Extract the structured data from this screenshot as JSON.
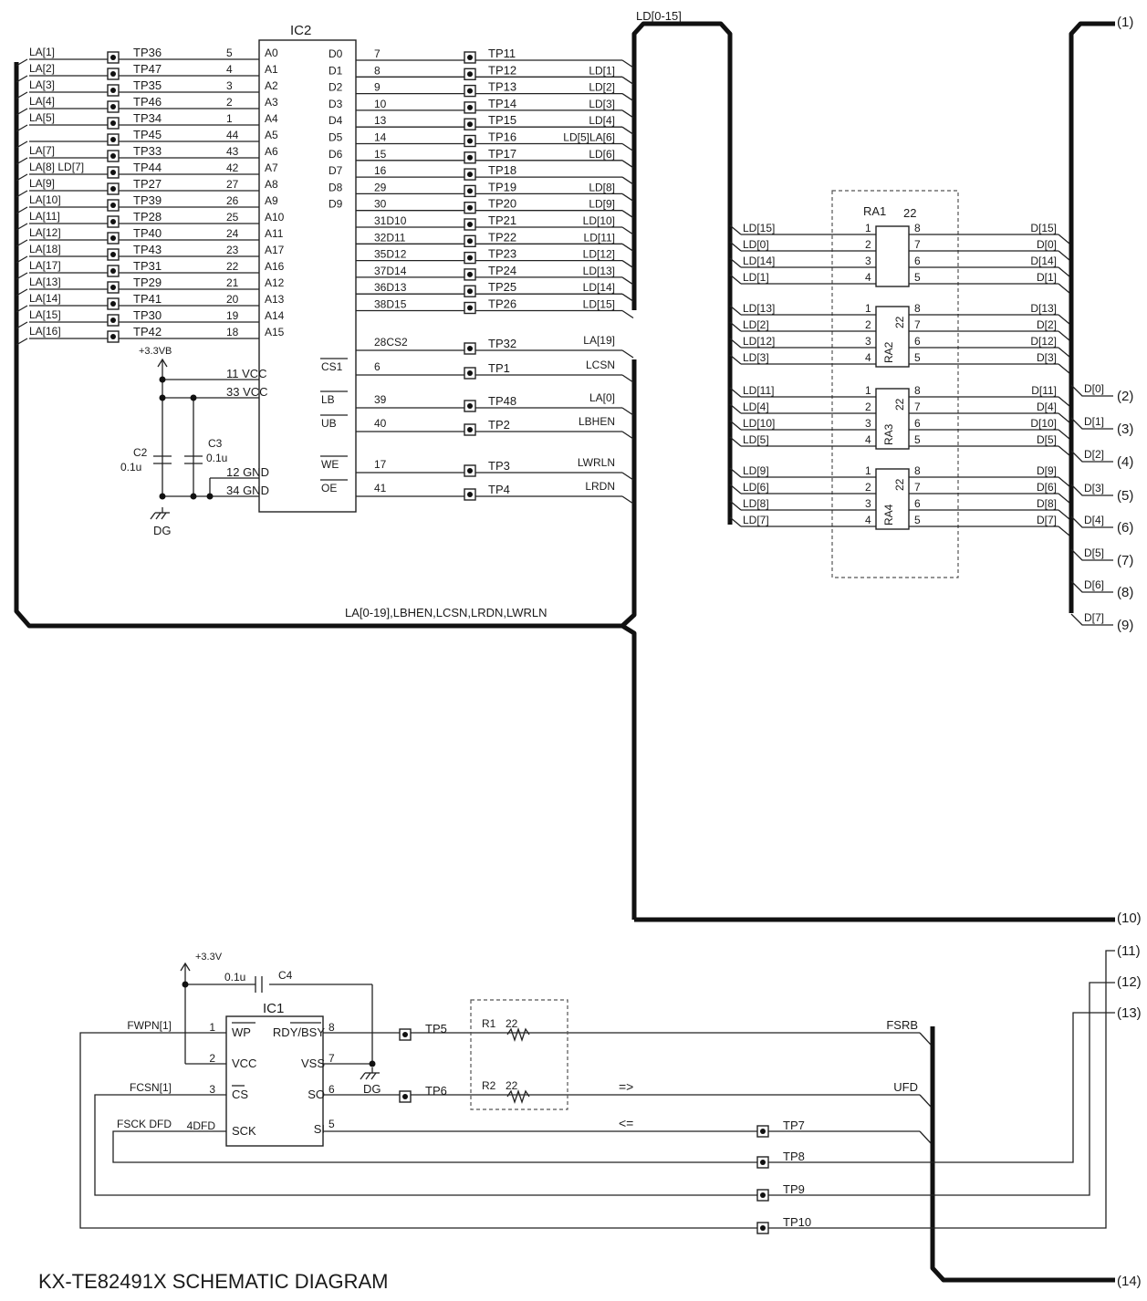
{
  "title": "KX-TE82491X SCHEMATIC DIAGRAM",
  "ic2": {
    "name": "IC2",
    "left_rows": [
      {
        "net": "LA[1]",
        "tp": "TP36",
        "pin": "5",
        "sig": "A0"
      },
      {
        "net": "LA[2]",
        "tp": "TP47",
        "pin": "4",
        "sig": "A1"
      },
      {
        "net": "LA[3]",
        "tp": "TP35",
        "pin": "3",
        "sig": "A2"
      },
      {
        "net": "LA[4]",
        "tp": "TP46",
        "pin": "2",
        "sig": "A3"
      },
      {
        "net": "LA[5]",
        "tp": "TP34",
        "pin": "1",
        "sig": "A4"
      },
      {
        "net": "",
        "tp": "TP45",
        "pin": "44",
        "sig": "A5"
      },
      {
        "net": "LA[7]",
        "tp": "TP33",
        "pin": "43",
        "sig": "A6"
      },
      {
        "net": "LA[8] LD[7]",
        "tp": "TP44",
        "pin": "42",
        "sig": "A7"
      },
      {
        "net": "LA[9]",
        "tp": "TP27",
        "pin": "27",
        "sig": "A8"
      },
      {
        "net": "LA[10]",
        "tp": "TP39",
        "pin": "26",
        "sig": "A9"
      },
      {
        "net": "LA[11]",
        "tp": "TP28",
        "pin": "25",
        "sig": "A10"
      },
      {
        "net": "LA[12]",
        "tp": "TP40",
        "pin": "24",
        "sig": "A11"
      },
      {
        "net": "LA[18]",
        "tp": "TP43",
        "pin": "23",
        "sig": "A17"
      },
      {
        "net": "LA[17]",
        "tp": "TP31",
        "pin": "22",
        "sig": "A16"
      },
      {
        "net": "LA[13]",
        "tp": "TP29",
        "pin": "21",
        "sig": "A12"
      },
      {
        "net": "LA[14]",
        "tp": "TP41",
        "pin": "20",
        "sig": "A13"
      },
      {
        "net": "LA[15]",
        "tp": "TP30",
        "pin": "19",
        "sig": "A14"
      },
      {
        "net": "LA[16]",
        "tp": "TP42",
        "pin": "18",
        "sig": "A15"
      }
    ],
    "right_rows": [
      {
        "sig": "D0",
        "pin": "7",
        "tp": "TP11",
        "net": ""
      },
      {
        "sig": "D1",
        "pin": "8",
        "tp": "TP12",
        "net": "LD[1]"
      },
      {
        "sig": "D2",
        "pin": "9",
        "tp": "TP13",
        "net": "LD[2]"
      },
      {
        "sig": "D3",
        "pin": "10",
        "tp": "TP14",
        "net": "LD[3]"
      },
      {
        "sig": "D4",
        "pin": "13",
        "tp": "TP15",
        "net": "LD[4]"
      },
      {
        "sig": "D5",
        "pin": "14",
        "tp": "TP16",
        "net": "LD[5]LA[6]"
      },
      {
        "sig": "D6",
        "pin": "15",
        "tp": "TP17",
        "net": "LD[6]"
      },
      {
        "sig": "D7",
        "pin": "16",
        "tp": "TP18",
        "net": ""
      },
      {
        "sig": "D8",
        "pin": "29",
        "tp": "TP19",
        "net": "LD[8]"
      },
      {
        "sig": "D9",
        "pin": "30",
        "tp": "TP20",
        "net": "LD[9]"
      },
      {
        "sig": "",
        "pin": "31D10",
        "tp": "TP21",
        "net": "LD[10]"
      },
      {
        "sig": "",
        "pin": "32D11",
        "tp": "TP22",
        "net": "LD[11]"
      },
      {
        "sig": "",
        "pin": "35D12",
        "tp": "TP23",
        "net": "LD[12]"
      },
      {
        "sig": "",
        "pin": "37D14",
        "tp": "TP24",
        "net": "LD[13]"
      },
      {
        "sig": "",
        "pin": "36D13",
        "tp": "TP25",
        "net": "LD[14]"
      },
      {
        "sig": "",
        "pin": "38D15",
        "tp": "TP26",
        "net": "LD[15]"
      }
    ],
    "ctrl_rows": [
      {
        "sig": "",
        "pin": "28CS2",
        "tp": "TP32",
        "net": "LA[19]"
      },
      {
        "sig": "CS1",
        "pin": "6",
        "tp": "TP1",
        "net": "LCSN"
      },
      {
        "sig": "LB",
        "pin": "39",
        "tp": "TP48",
        "net": "LA[0]"
      },
      {
        "sig": "UB",
        "pin": "40",
        "tp": "TP2",
        "net": "LBHEN"
      },
      {
        "sig": "WE",
        "pin": "17",
        "tp": "TP3",
        "net": "LWRLN"
      },
      {
        "sig": "OE",
        "pin": "41",
        "tp": "TP4",
        "net": "LRDN"
      }
    ],
    "power_pins": [
      "11 VCC",
      "33 VCC",
      "12 GND",
      "34 GND"
    ],
    "supply": "+3.3VB",
    "ground": "DG",
    "c2": {
      "ref": "C2",
      "val": "0.1u"
    },
    "c3": {
      "ref": "C3",
      "val": "0.1u"
    }
  },
  "buses": {
    "ld_bus": "LD[0-15]",
    "la_bus": "LA[0-19],LBHEN,LCSN,LRDN,LWRLN"
  },
  "resistor_arrays": [
    {
      "ref": "RA1",
      "val": "22",
      "rows": [
        {
          "in": "LD[15]",
          "p1": "1",
          "p2": "8",
          "out": "D[15]"
        },
        {
          "in": "LD[0]",
          "p1": "2",
          "p2": "7",
          "out": "D[0]"
        },
        {
          "in": "LD[14]",
          "p1": "3",
          "p2": "6",
          "out": "D[14]"
        },
        {
          "in": "LD[1]",
          "p1": "4",
          "p2": "5",
          "out": "D[1]"
        }
      ]
    },
    {
      "ref": "RA2",
      "val": "22",
      "rows": [
        {
          "in": "LD[13]",
          "p1": "1",
          "p2": "8",
          "out": "D[13]"
        },
        {
          "in": "LD[2]",
          "p1": "2",
          "p2": "7",
          "out": "D[2]"
        },
        {
          "in": "LD[12]",
          "p1": "3",
          "p2": "6",
          "out": "D[12]"
        },
        {
          "in": "LD[3]",
          "p1": "4",
          "p2": "5",
          "out": "D[3]"
        }
      ]
    },
    {
      "ref": "RA3",
      "val": "22",
      "rows": [
        {
          "in": "LD[11]",
          "p1": "1",
          "p2": "8",
          "out": "D[11]"
        },
        {
          "in": "LD[4]",
          "p1": "2",
          "p2": "7",
          "out": "D[4]"
        },
        {
          "in": "LD[10]",
          "p1": "3",
          "p2": "6",
          "out": "D[10]"
        },
        {
          "in": "LD[5]",
          "p1": "4",
          "p2": "5",
          "out": "D[5]"
        }
      ]
    },
    {
      "ref": "RA4",
      "val": "22",
      "rows": [
        {
          "in": "LD[9]",
          "p1": "1",
          "p2": "8",
          "out": "D[9]"
        },
        {
          "in": "LD[6]",
          "p1": "2",
          "p2": "7",
          "out": "D[6]"
        },
        {
          "in": "LD[8]",
          "p1": "3",
          "p2": "6",
          "out": "D[8]"
        },
        {
          "in": "LD[7]",
          "p1": "4",
          "p2": "5",
          "out": "D[7]"
        }
      ]
    }
  ],
  "connectors": [
    {
      "net": "",
      "ref": "(1)"
    },
    {
      "net": "D[0]",
      "ref": "(2)"
    },
    {
      "net": "D[1]",
      "ref": "(3)"
    },
    {
      "net": "D[2]",
      "ref": "(4)"
    },
    {
      "net": "D[3]",
      "ref": "(5)"
    },
    {
      "net": "D[4]",
      "ref": "(6)"
    },
    {
      "net": "D[5]",
      "ref": "(7)"
    },
    {
      "net": "D[6]",
      "ref": "(8)"
    },
    {
      "net": "D[7]",
      "ref": "(9)"
    },
    {
      "net": "",
      "ref": "(10)"
    },
    {
      "net": "",
      "ref": "(11)"
    },
    {
      "net": "",
      "ref": "(12)"
    },
    {
      "net": "",
      "ref": "(13)"
    },
    {
      "net": "",
      "ref": "(14)"
    }
  ],
  "ic1": {
    "name": "IC1",
    "supply": "+3.3V",
    "c4": {
      "ref": "C4",
      "val": "0.1u"
    },
    "ground": "DG",
    "left_pins": [
      {
        "net": "FWPN[1]",
        "pin": "1",
        "sig": "WP"
      },
      {
        "net": "",
        "pin": "2",
        "sig": "VCC"
      },
      {
        "net": "FCSN[1]",
        "pin": "3",
        "sig": "CS"
      },
      {
        "net": "FSCK DFD",
        "pin": "4DFD",
        "sig": "SCK"
      }
    ],
    "right_pins": [
      {
        "sig": "RDY/BSY",
        "pin": "8"
      },
      {
        "sig": "VSS",
        "pin": "7"
      },
      {
        "sig": "SO",
        "pin": "6"
      },
      {
        "sig": "SI",
        "pin": "5"
      }
    ],
    "r1": {
      "ref": "R1",
      "val": "22"
    },
    "r2": {
      "ref": "R2",
      "val": "22"
    },
    "arrow_out": "=>",
    "arrow_in": "<=",
    "tps": [
      "TP5",
      "TP6",
      "TP7",
      "TP8",
      "TP9",
      "TP10"
    ],
    "nets": {
      "fsrb": "FSRB",
      "ufd": "UFD"
    }
  }
}
